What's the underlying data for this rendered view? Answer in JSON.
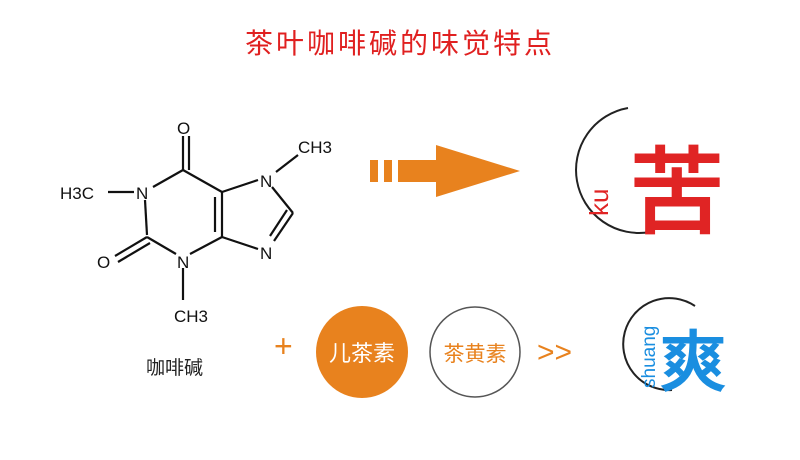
{
  "title": "茶叶咖啡碱的味觉特点",
  "molecule": {
    "name": "咖啡碱",
    "atoms": {
      "o_top": "O",
      "o_left": "O",
      "n1": "N",
      "n3": "N",
      "n7": "N",
      "n9": "N",
      "me1": "H3C",
      "me3": "CH3",
      "me7": "CH3"
    }
  },
  "plus": "+",
  "circle1": "儿茶素",
  "circle2": "茶黄素",
  "chevrons": ">>",
  "bitter": {
    "char": "苦",
    "pinyin": "ku",
    "color": "#e02424"
  },
  "fresh": {
    "char": "爽",
    "pinyin": "shuang",
    "color": "#1a8ee0"
  },
  "accent": "#e8821e"
}
